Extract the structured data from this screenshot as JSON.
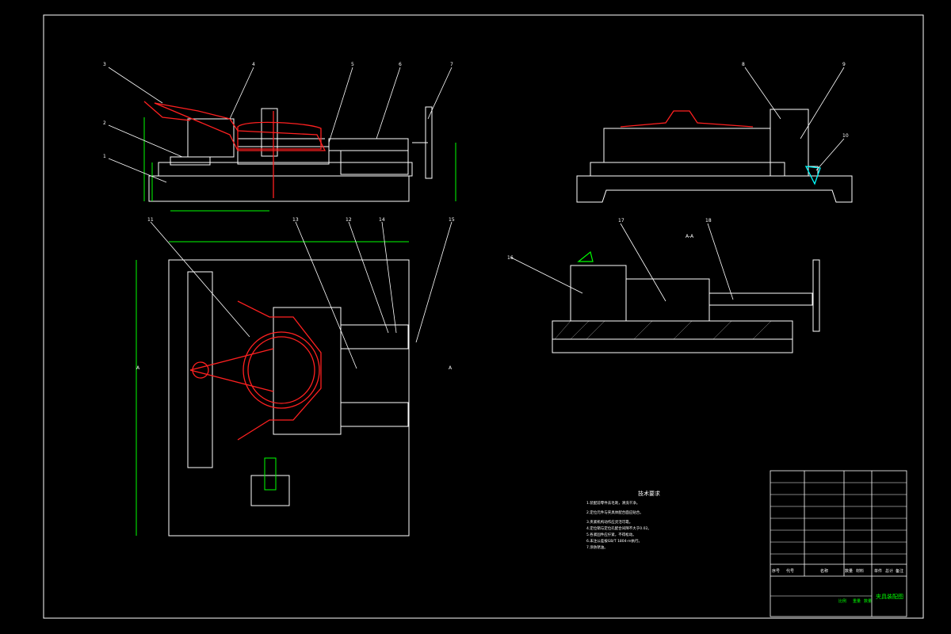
{
  "drawing": {
    "background": "#000000",
    "colors": {
      "outline": "#ffffff",
      "part": "#ff2020",
      "dimension": "#00ff00",
      "highlight": "#00ffff",
      "hatch": "#ffffff"
    }
  },
  "views": {
    "front": {
      "balloons": [
        "3",
        "4",
        "5",
        "6",
        "7",
        "2",
        "1"
      ]
    },
    "side": {
      "balloons": [
        "8",
        "9",
        "10"
      ]
    },
    "top": {
      "balloons": [
        "11",
        "13",
        "12",
        "14",
        "15"
      ],
      "section_marks": [
        "A",
        "A"
      ]
    },
    "section": {
      "title": "A-A",
      "balloons": [
        "16",
        "17",
        "18"
      ]
    }
  },
  "technical_requirements": {
    "title": "技术要求",
    "lines": [
      "1.装配前零件去毛刺，清洗干净。",
      "2.定位元件与夹具体配合面应贴合。",
      "3.夹紧机构动作应灵活可靠。",
      "4.定位销与定位孔配合间隙不大于0.02。",
      "5.各紧固件应拧紧，不得松动。",
      "6.未注公差按GB/T 1804-m执行。",
      "7.涂防锈油。"
    ]
  },
  "title_block": {
    "headers": [
      "序号",
      "代号",
      "名称",
      "数量",
      "材料",
      "单件",
      "总计",
      "备注"
    ],
    "drawing_name": "夹具装配图",
    "scale_labels": [
      "比例",
      "重量",
      "数量"
    ]
  }
}
